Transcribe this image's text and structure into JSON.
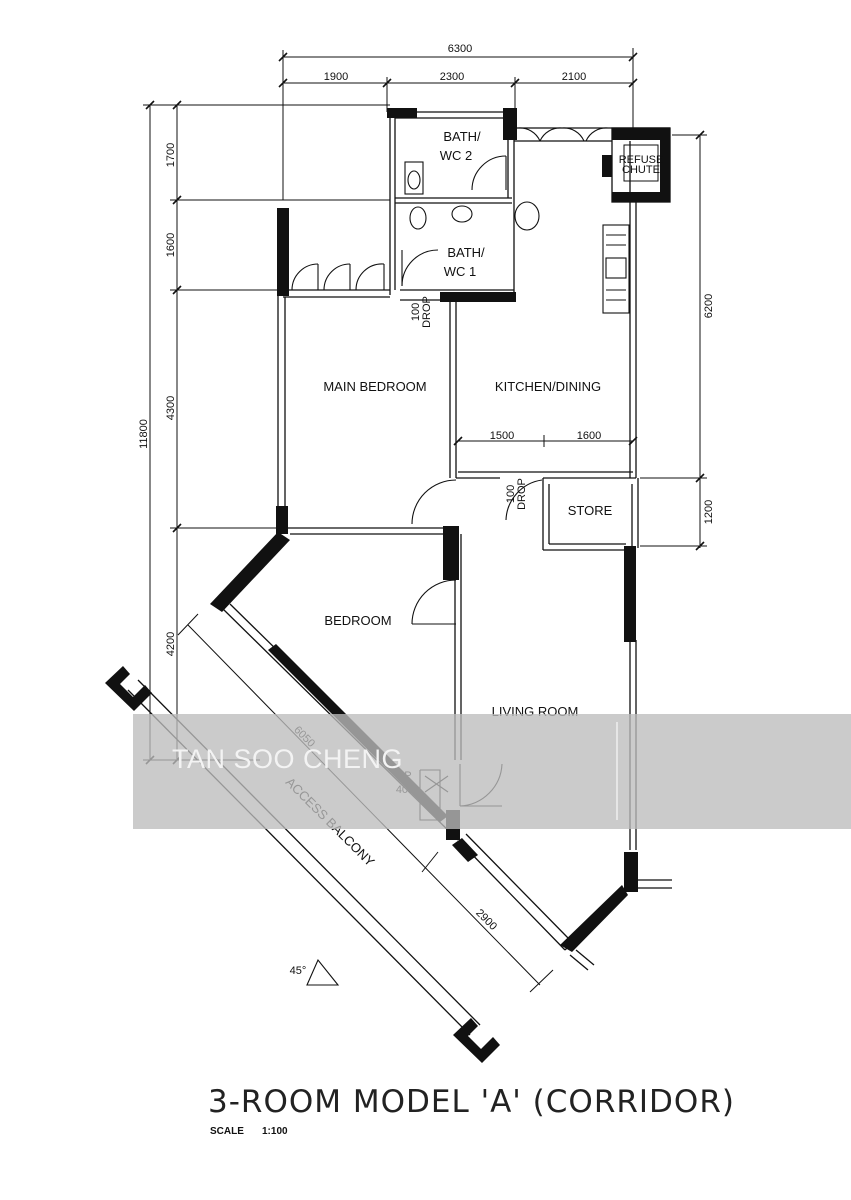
{
  "dimensions": {
    "top_total": "6300",
    "top_segments": [
      "1900",
      "2300",
      "2100"
    ],
    "left_total": "11800",
    "left_segments": [
      "1700",
      "1600",
      "4300",
      "4200"
    ],
    "right_segments": [
      "6200",
      "1200"
    ],
    "kitchen_segments": [
      "1500",
      "1600"
    ],
    "balcony_diagonal": "6050",
    "balcony_lower": "2900",
    "angle": "45°"
  },
  "rooms": {
    "bath2_line1": "BATH/",
    "bath2_line2": "WC 2",
    "bath1_line1": "BATH/",
    "bath1_line2": "WC 1",
    "main_bedroom": "MAIN BEDROOM",
    "kitchen": "KITCHEN/DINING",
    "store": "STORE",
    "bedroom": "BEDROOM",
    "living": "LIVING ROOM",
    "access_balcony": "ACCESS BALCONY",
    "refuse_line1": "REFUSE",
    "refuse_line2": "CHUTE"
  },
  "annotations": {
    "drop_value_1": "100",
    "drop_label_1": "DROP",
    "drop_value_2": "100",
    "drop_label_2": "DROP",
    "up_label": "UP",
    "up_value": "400"
  },
  "title": "3-ROOM MODEL 'A' (CORRIDOR)",
  "scale_label": "SCALE",
  "scale_value": "1:100",
  "watermark": "TAN SOO CHENG"
}
